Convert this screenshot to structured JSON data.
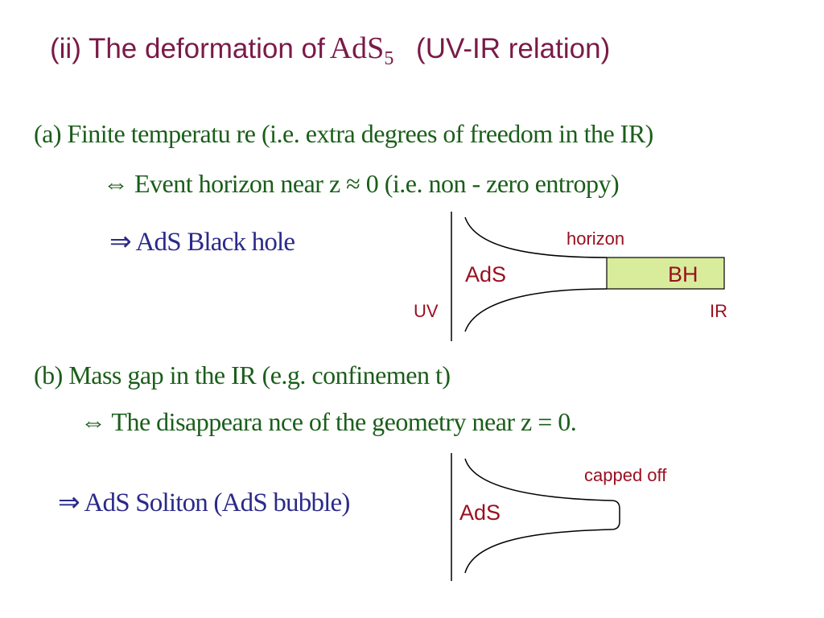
{
  "title": {
    "prefix": "(ii) The deformation of",
    "math_base": "AdS",
    "math_sub": "5",
    "suffix": "(UV-IR relation)"
  },
  "section_a": {
    "line1": "(a) Finite  temperatu re (i.e. extra  degrees of  freedom  in the  IR)",
    "line2": "⇔  Event  horizon  near   z ≈ 0   (i.e. non - zero entropy)",
    "line3": "⇒ AdS Black  hole",
    "diagram": {
      "horizon_label": "horizon",
      "ads_label": "AdS",
      "bh_label": "BH",
      "uv_label": "UV",
      "ir_label": "IR",
      "bh_fill": "#d8ec9c"
    }
  },
  "section_b": {
    "line1": "(b) Mass gap in the  IR (e.g. confinemen  t)",
    "line2": "⇔  The disappeara nce of  the geometry  near z = 0.",
    "line3": "⇒ AdS Soliton  (AdS bubble)",
    "diagram": {
      "capped_label": "capped off",
      "ads_label": "AdS"
    }
  }
}
